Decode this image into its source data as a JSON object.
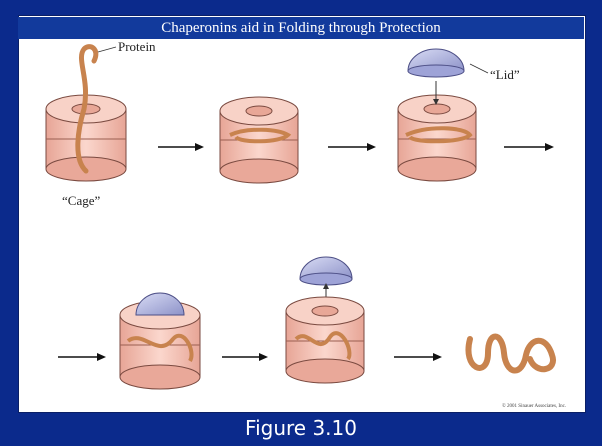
{
  "title": "Chaperonins aid in Folding through Protection",
  "labels": {
    "protein": "Protein",
    "cage": "“Cage”",
    "lid": "“Lid”"
  },
  "copyright": "© 2001 Sinauer Associates, Inc.",
  "caption": "Figure 3.10",
  "colors": {
    "frame": "#0b2a8c",
    "title_bar": "#123a9c",
    "cage": "#f3c3b6",
    "lid": "#aeb2df",
    "protein": "#c8834e"
  }
}
